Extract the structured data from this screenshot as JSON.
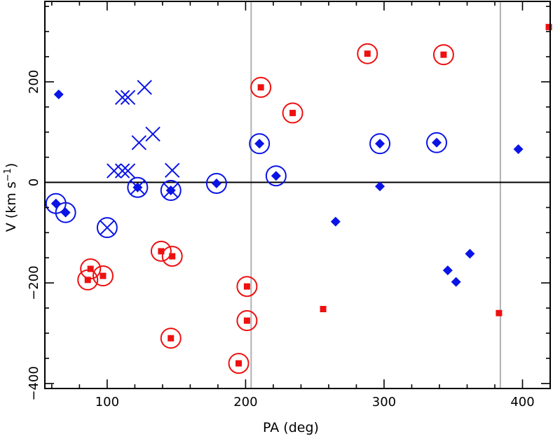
{
  "chart_data": {
    "type": "scatter",
    "xlabel": "PA (deg)",
    "ylabel": "V (km s",
    "ylabel_sup": "−1",
    "ylabel_close": ")",
    "xlim": [
      55,
      420
    ],
    "ylim": [
      -410,
      360
    ],
    "x_ticks": [
      100,
      200,
      300,
      400
    ],
    "x_tick_labels": [
      "100",
      "200",
      "300",
      "400"
    ],
    "y_ticks": [
      -400,
      -200,
      0,
      200
    ],
    "y_tick_labels": [
      "−400",
      "−200",
      "0",
      "200"
    ],
    "grid": false,
    "zero_line": true,
    "vertical_lines": [
      204,
      384
    ],
    "colors": {
      "blue": "#0a14e6",
      "red": "#ee1010",
      "vline": "#b0b0b0"
    },
    "series": [
      {
        "color": "blue",
        "marker": "diamond",
        "points": [
          [
            65,
            175
          ],
          [
            210,
            77
          ],
          [
            222,
            13
          ],
          [
            297,
            77
          ],
          [
            338,
            79
          ],
          [
            397,
            66
          ],
          [
            179,
            -2
          ],
          [
            122,
            -10
          ],
          [
            146,
            -16
          ],
          [
            63,
            -42
          ],
          [
            70,
            -60
          ],
          [
            297,
            -8
          ],
          [
            265,
            -78
          ],
          [
            346,
            -175
          ],
          [
            362,
            -142
          ],
          [
            352,
            -198
          ]
        ]
      },
      {
        "color": "blue",
        "marker": "cross",
        "points": [
          [
            111,
            169
          ],
          [
            115,
            169
          ],
          [
            127,
            189
          ],
          [
            123,
            79
          ],
          [
            133,
            96
          ],
          [
            105,
            23
          ],
          [
            111,
            23
          ],
          [
            115,
            23
          ],
          [
            147,
            24
          ],
          [
            122,
            -10
          ],
          [
            146,
            -16
          ],
          [
            100,
            -90
          ]
        ]
      },
      {
        "color": "red",
        "marker": "square",
        "points": [
          [
            211,
            189
          ],
          [
            234,
            138
          ],
          [
            288,
            256
          ],
          [
            343,
            254
          ],
          [
            419,
            309
          ],
          [
            139,
            -137
          ],
          [
            147,
            -147
          ],
          [
            88,
            -172
          ],
          [
            97,
            -186
          ],
          [
            86,
            -194
          ],
          [
            201,
            -207
          ],
          [
            201,
            -275
          ],
          [
            146,
            -310
          ],
          [
            195,
            -360
          ],
          [
            256,
            -252
          ],
          [
            383,
            -260
          ]
        ]
      },
      {
        "color": "blue",
        "marker": "circle",
        "points": [
          [
            210,
            77
          ],
          [
            222,
            13
          ],
          [
            297,
            77
          ],
          [
            338,
            79
          ],
          [
            179,
            -2
          ],
          [
            122,
            -10
          ],
          [
            146,
            -16
          ],
          [
            63,
            -42
          ],
          [
            70,
            -60
          ],
          [
            100,
            -90
          ]
        ]
      },
      {
        "color": "red",
        "marker": "circle",
        "points": [
          [
            211,
            189
          ],
          [
            234,
            138
          ],
          [
            288,
            256
          ],
          [
            343,
            254
          ],
          [
            139,
            -137
          ],
          [
            147,
            -147
          ],
          [
            88,
            -172
          ],
          [
            97,
            -186
          ],
          [
            86,
            -194
          ],
          [
            201,
            -207
          ],
          [
            201,
            -275
          ],
          [
            146,
            -310
          ],
          [
            195,
            -360
          ]
        ]
      }
    ]
  }
}
